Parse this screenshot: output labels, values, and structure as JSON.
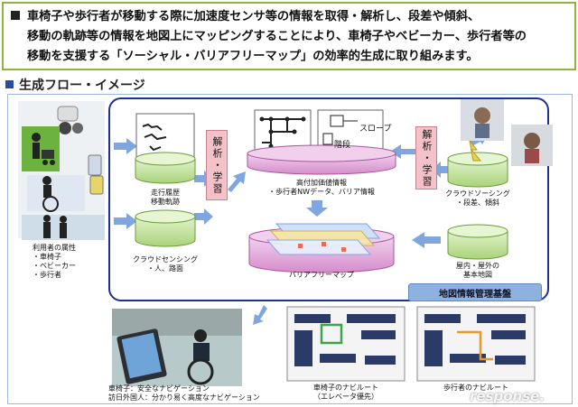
{
  "intro": {
    "lines": [
      "車椅子や歩行者が移動する際に加速度センサ等の情報を取得・解析し、段差や傾斜、",
      "移動の軌跡等の情報を地図上にマッピングすることにより、車椅子やベビーカー、歩行者等の",
      "移動を支援する「ソーシャル・バリアフリーマップ」の効率的生成に取り組みます。"
    ]
  },
  "section_title": "生成フロー・イメージ",
  "users": {
    "heading": "利用者の属性",
    "items": [
      "・車椅子",
      "・ベビーカー",
      "・歩行者"
    ]
  },
  "db": {
    "travel_history": {
      "line1": "走行履歴",
      "line2": "移動軌跡"
    },
    "cloud_sensing": {
      "line1": "クラウドセンシング",
      "line2": "・人、路面"
    },
    "high_value": {
      "line1": "高付加価値情報",
      "line2": "・歩行者NWデータ、バリア情報"
    },
    "barrier_free_map": {
      "line1": "バリアフリーマップ"
    },
    "crowd_sourcing": {
      "line1": "クラウドソーシング",
      "line2": "・段差、傾斜"
    },
    "base_map": {
      "line1": "屋内・屋外の",
      "line2": "基本地図"
    }
  },
  "analysis_left": "解析・学習",
  "analysis_right": "解析・学習",
  "map_labels": {
    "slope": "スロープ",
    "steps": "階段"
  },
  "gis": "地図情報管理基盤",
  "bottom": {
    "nav_line1": "車椅子：安全なナビゲーション",
    "nav_line2": "訪日外国人：分かり易く高度なナビゲーション",
    "route1_line1": "車椅子のナビルート",
    "route1_line2": "（エレベータ優先）",
    "route2_line1": "歩行者のナビルート"
  },
  "watermark": "response.",
  "colors": {
    "intro_border": "#8ab83c",
    "main_border": "#1e2f9a",
    "arrow": "#7fa6de",
    "db_green": "#c7e6a3",
    "db_pink": "#e3a9d9",
    "analysis_box": "#f3c1c7",
    "gis_box": "#8fb1e0"
  }
}
